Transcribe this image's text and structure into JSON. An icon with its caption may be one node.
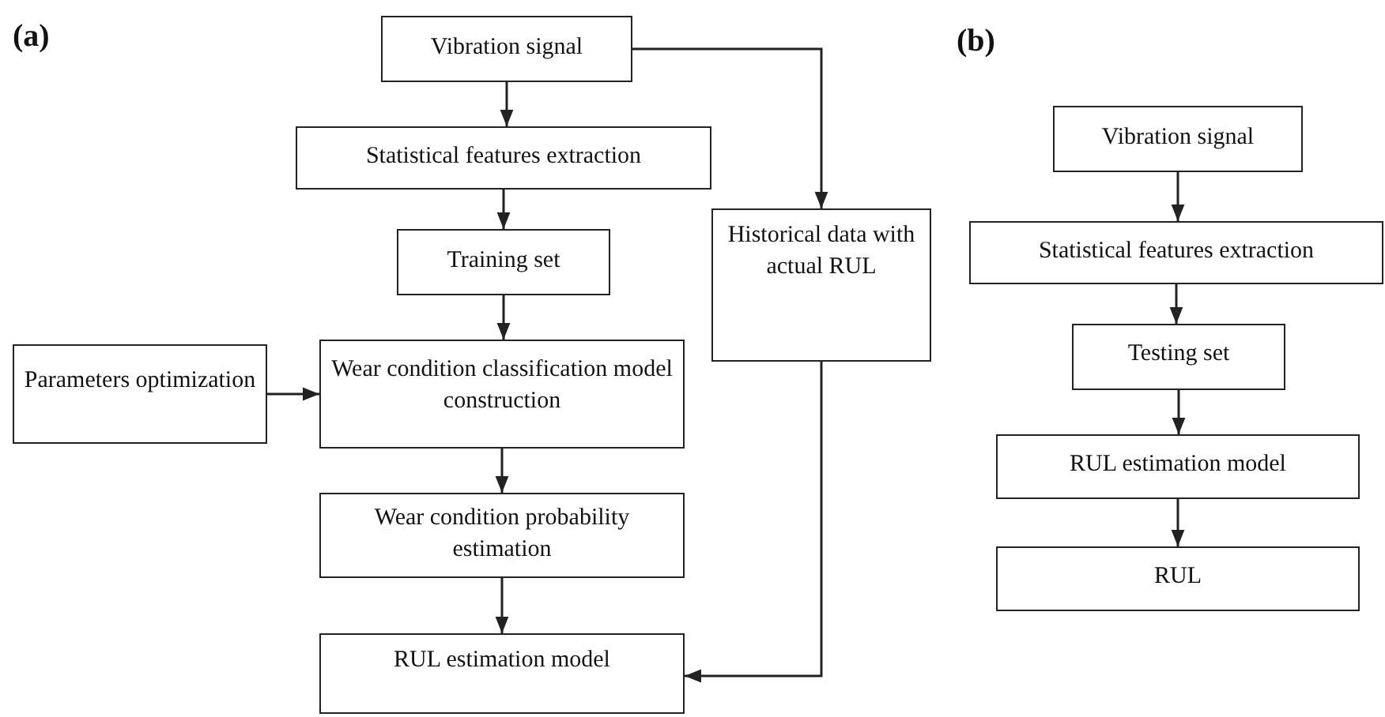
{
  "diagram": {
    "nodes": [
      {
        "text": [
          "Vibration signal"
        ]
      },
      {
        "text": [
          "Statistical features extraction"
        ]
      },
      {
        "text": [
          "Training set"
        ]
      },
      {
        "text": [
          "Historical data with actual RUL"
        ]
      },
      {
        "text": [
          "Parameters optimization"
        ]
      },
      {
        "text": [
          "Wear condition classification model construction"
        ]
      },
      {
        "text": [
          "Wear condition probability estimation"
        ]
      },
      {
        "text": [
          "RUL estimation model"
        ]
      },
      {
        "text": [
          "Vibration signal"
        ]
      },
      {
        "text": [
          "Statistical features extraction"
        ]
      },
      {
        "text": [
          "Testing set"
        ]
      },
      {
        "text": [
          "RUL estimation model"
        ]
      },
      {
        "text": [
          "RUL"
        ]
      }
    ],
    "edges": [
      {
        "from": 0,
        "to": 1,
        "arrow": "to"
      },
      {
        "from": 0,
        "to": 3,
        "arrow": "to"
      },
      {
        "from": 1,
        "to": 2,
        "arrow": "to"
      },
      {
        "from": 2,
        "to": 5,
        "arrow": "to"
      },
      {
        "from": 4,
        "to": 5,
        "arrow": "to"
      },
      {
        "from": 5,
        "to": 6,
        "arrow": "to"
      },
      {
        "from": 6,
        "to": 7,
        "arrow": "to"
      },
      {
        "from": 3,
        "to": 7,
        "arrow": "to"
      },
      {
        "from": 8,
        "to": 9,
        "arrow": "to"
      },
      {
        "from": 9,
        "to": 10,
        "arrow": "to"
      },
      {
        "from": 10,
        "to": 11,
        "arrow": "to"
      },
      {
        "from": 11,
        "to": 12,
        "arrow": "to"
      }
    ],
    "labels": [
      "(a)",
      "(b)"
    ]
  }
}
